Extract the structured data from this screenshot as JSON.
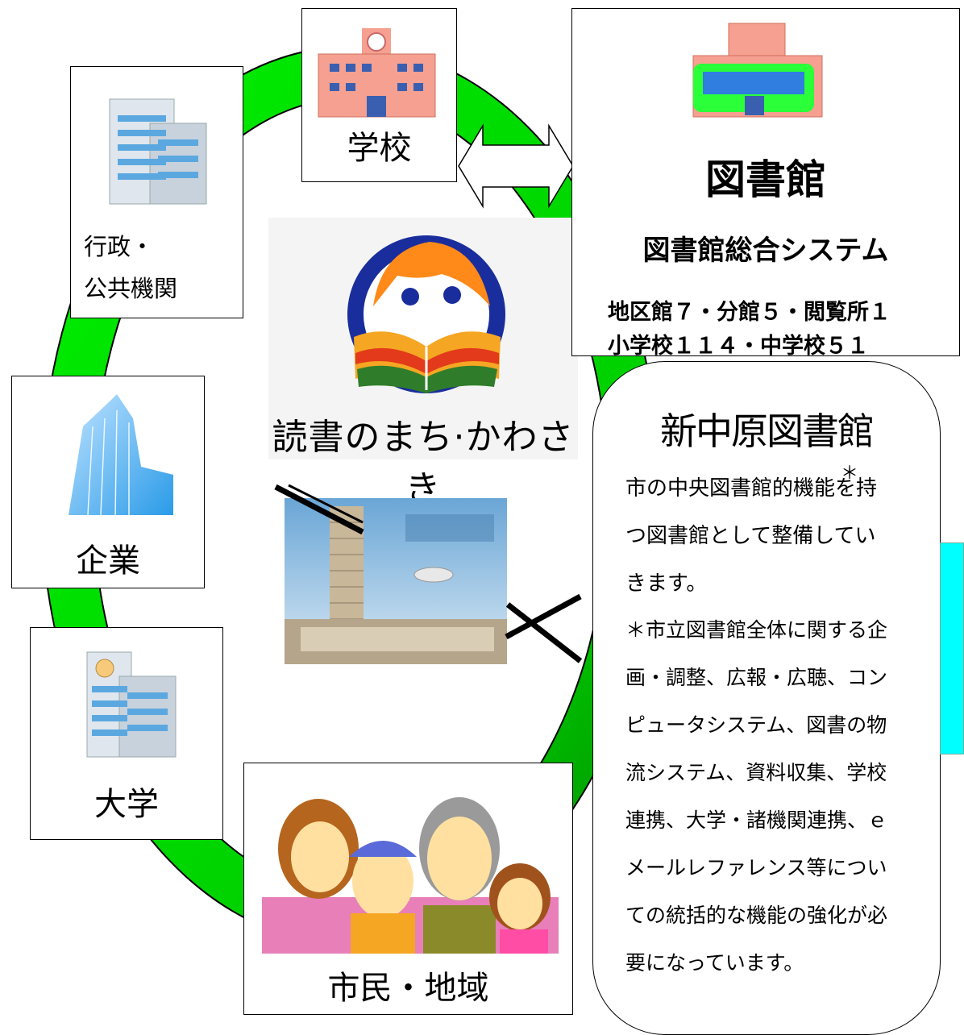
{
  "nodes": {
    "school": {
      "label": "学校"
    },
    "government": {
      "label_line1": "行政・",
      "label_line2": "公共機関"
    },
    "company": {
      "label": "企業"
    },
    "university": {
      "label": "大学"
    },
    "citizens": {
      "label": "市民・地域"
    }
  },
  "library": {
    "title": "図書館",
    "system": "図書館総合システム",
    "branches_line1": "地区館７・分館５・閲覧所１",
    "branches_line2": "小学校１１４・中学校５１"
  },
  "logo": {
    "text": "読書のまち·かわさき"
  },
  "shinnakahara": {
    "title": "新中原図書館",
    "note_mark": "＊",
    "desc_lines": [
      "市の中央図書館的機能を持",
      "つ図書館として整備してい",
      "きます。"
    ],
    "note_lines": [
      "＊市立図書館全体に関する企",
      "画・調整、広報・広聴、コン",
      "ピュータシステム、図書の物",
      "流システム、資料収集、学校",
      "連携、大学・諸機関連携、ｅ",
      "メールレファレンス等につい",
      "ての統括的な機能の強化が必",
      "要になっています。"
    ]
  },
  "colors": {
    "ring_green": "#00e400",
    "ring_dark": "#00a000",
    "accent_cyan": "#00ffff",
    "building_pink": "#f5a090",
    "building_blue": "#5ba8e0"
  }
}
